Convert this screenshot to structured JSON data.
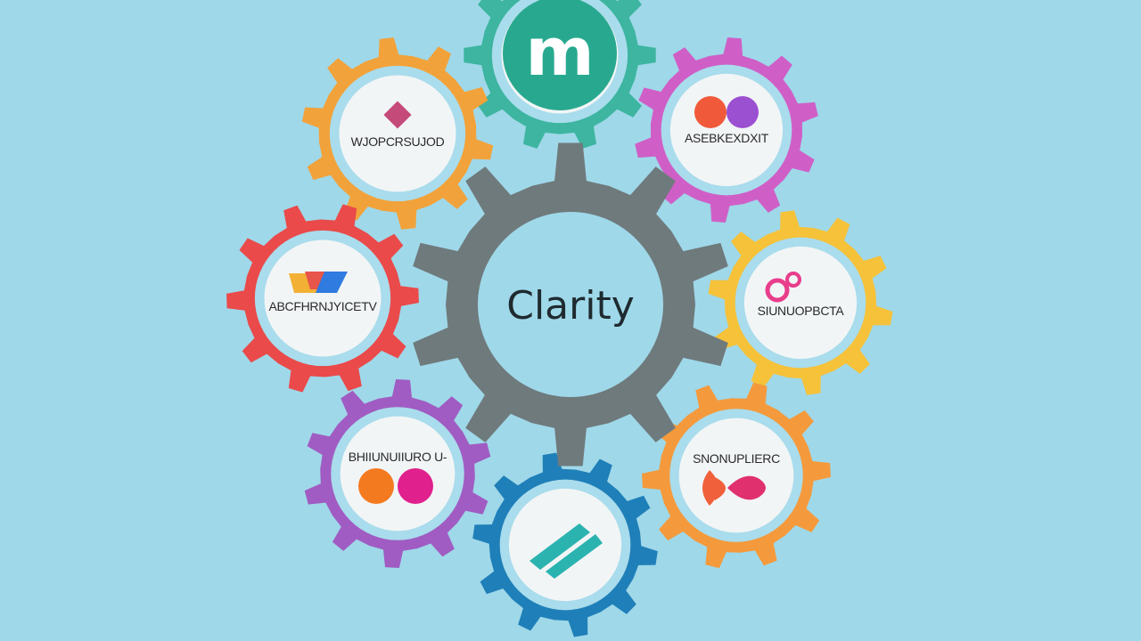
{
  "center": {
    "label": "Clarity",
    "color": "#6f7a7c",
    "face": "#9fd8e9"
  },
  "gears": [
    {
      "id": "top",
      "color": "#3db5a0",
      "label": "",
      "icon": "m-logo-icon",
      "logo_text": "m",
      "logo_color": "#28a98f"
    },
    {
      "id": "upper-left",
      "color": "#f2a23a",
      "label": "WJOPCRSUJOD",
      "icon": "diamond-icon",
      "icon_color": "#c44a7a"
    },
    {
      "id": "upper-right",
      "color": "#cf5fc6",
      "label": "ASEBKEXDXIT",
      "icon": "overlapping-circles-icon",
      "icon_colors": [
        "#f05a3a",
        "#9b4fd1"
      ]
    },
    {
      "id": "left",
      "color": "#ea4a4a",
      "label": "ABCFHRNJYICETV",
      "icon": "folders-icon",
      "icon_colors": [
        "#f2b134",
        "#e8554a",
        "#2f7be0"
      ]
    },
    {
      "id": "right",
      "color": "#f5c23a",
      "label": "SIUNUOPBCTA",
      "icon": "rings-icon",
      "icon_colors": [
        "#e83e8c",
        "#e83e8c"
      ]
    },
    {
      "id": "lower-left",
      "color": "#a05cc2",
      "label": "BHIIUNUIIURO U-",
      "icon": "two-dots-icon",
      "icon_colors": [
        "#f47a20",
        "#e0208c"
      ]
    },
    {
      "id": "lower-right",
      "color": "#f49a3c",
      "label": "SNONUPLIERC",
      "icon": "bowtie-icon",
      "icon_colors": [
        "#f0603a",
        "#e0306e"
      ]
    },
    {
      "id": "bottom",
      "color": "#1f7fb8",
      "label": "",
      "icon": "slash-logo-icon",
      "icon_color": "#2bb3b0"
    }
  ]
}
